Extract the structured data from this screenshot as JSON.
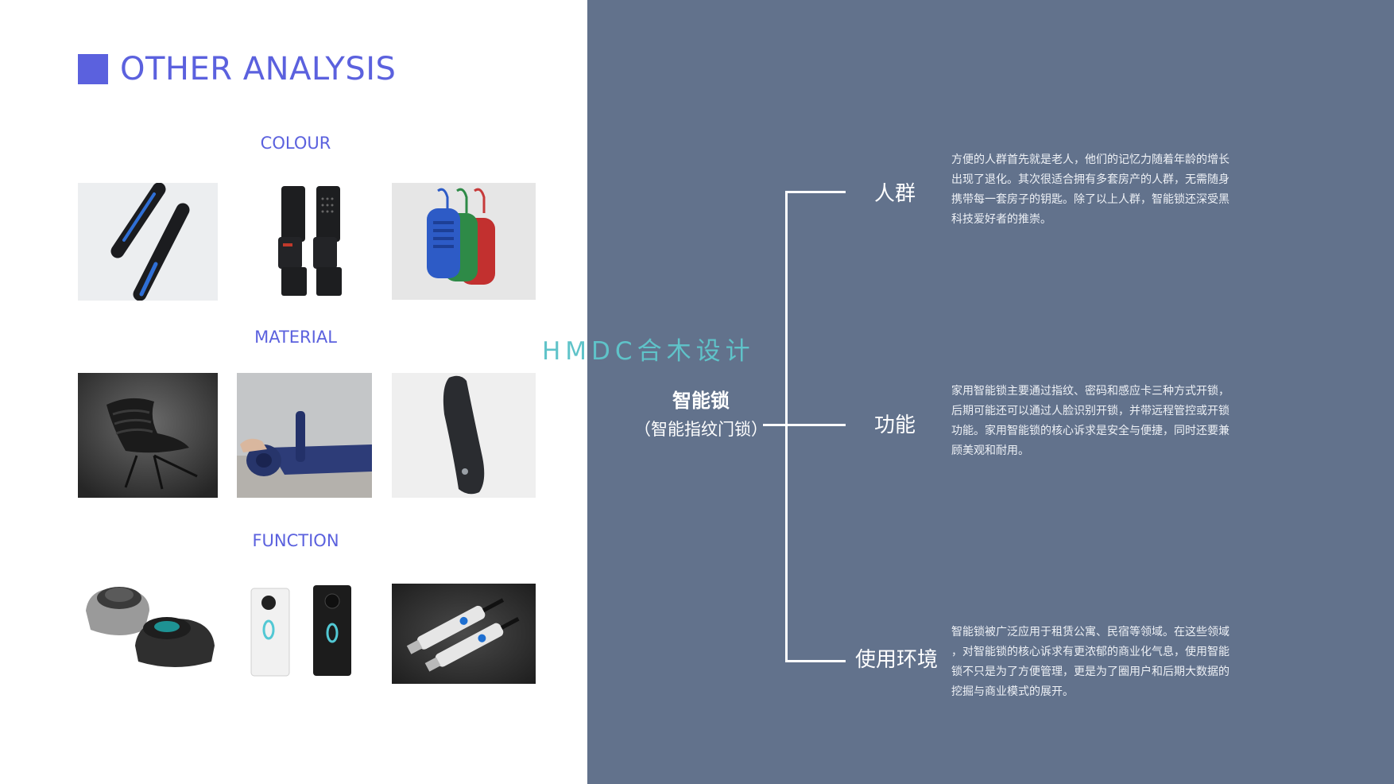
{
  "colors": {
    "accent": "#5b61de",
    "right_bg": "#62728c",
    "watermark": "#5fc3c9"
  },
  "header": {
    "title": "OTHER ANALYSIS"
  },
  "sections": {
    "colour": "COLOUR",
    "material": "MATERIAL",
    "function": "FUNCTION"
  },
  "images": [
    {
      "name": "colour-pens-image",
      "depicts": "two black pens with blue stripe"
    },
    {
      "name": "colour-door-locks-image",
      "depicts": "two black smart door locks"
    },
    {
      "name": "colour-key-cases-image",
      "depicts": "blue green red silicone key cases"
    },
    {
      "name": "material-chair-image",
      "depicts": "black sculpted lounge chair"
    },
    {
      "name": "material-yoga-mat-image",
      "depicts": "blue yoga mat and bottle"
    },
    {
      "name": "material-lock-handle-image",
      "depicts": "dark curved lock handle"
    },
    {
      "name": "function-speakers-image",
      "depicts": "round smart speakers"
    },
    {
      "name": "function-doorbells-image",
      "depicts": "white and black video doorbells"
    },
    {
      "name": "function-usb-keys-image",
      "depicts": "fingerprint usb keys"
    }
  ],
  "watermark": "HMDC合木设计",
  "center": {
    "title": "智能锁",
    "subtitle": "（智能指纹门锁）"
  },
  "branches": [
    {
      "label": "人群",
      "lines": [
        "方便的人群首先就是老人，他们的记忆力随着年龄的增长",
        "出现了退化。其次很适合拥有多套房产的人群，无需随身",
        "携带每一套房子的钥匙。除了以上人群，智能锁还深受黑",
        "科技爱好者的推崇。"
      ]
    },
    {
      "label": "功能",
      "lines": [
        "家用智能锁主要通过指纹、密码和感应卡三种方式开锁，",
        "后期可能还可以通过人脸识别开锁，并带远程管控或开锁",
        "功能。家用智能锁的核心诉求是安全与便捷，同时还要兼",
        "顾美观和耐用。"
      ]
    },
    {
      "label": "使用环境",
      "lines": [
        "智能锁被广泛应用于租赁公寓、民宿等领域。在这些领域",
        "，对智能锁的核心诉求有更浓郁的商业化气息，使用智能",
        "锁不只是为了方便管理，更是为了圈用户和后期大数据的",
        "挖掘与商业模式的展开。"
      ]
    }
  ]
}
